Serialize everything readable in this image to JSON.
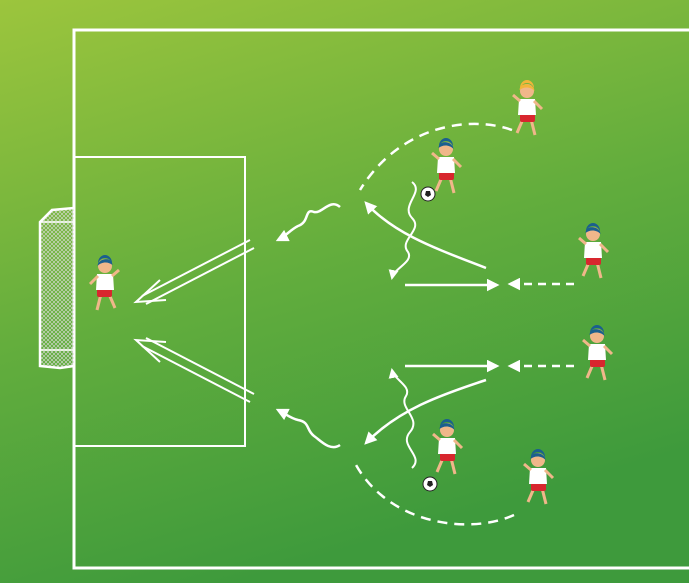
{
  "colors": {
    "grass_light": "#9cc53d",
    "grass_dark": "#3e9a3c",
    "line": "#ffffff",
    "shirt": "#ffffff",
    "shorts": "#d8262e",
    "hair_default": "#1b5f8e",
    "hair_highlight": "#f2b53a",
    "skin": "#f0b78a"
  },
  "icons": {
    "player": "player-icon",
    "ball": "soccer-ball-icon",
    "goal": "goal-net-icon"
  },
  "players": [
    {
      "role": "goalkeeper",
      "hair": "hair_default"
    },
    {
      "role": "outfield",
      "hair": "hair_highlight"
    },
    {
      "role": "outfield",
      "hair": "hair_default"
    },
    {
      "role": "outfield",
      "hair": "hair_default"
    },
    {
      "role": "outfield",
      "hair": "hair_default"
    },
    {
      "role": "outfield",
      "hair": "hair_default"
    },
    {
      "role": "outfield",
      "hair": "hair_default"
    }
  ]
}
